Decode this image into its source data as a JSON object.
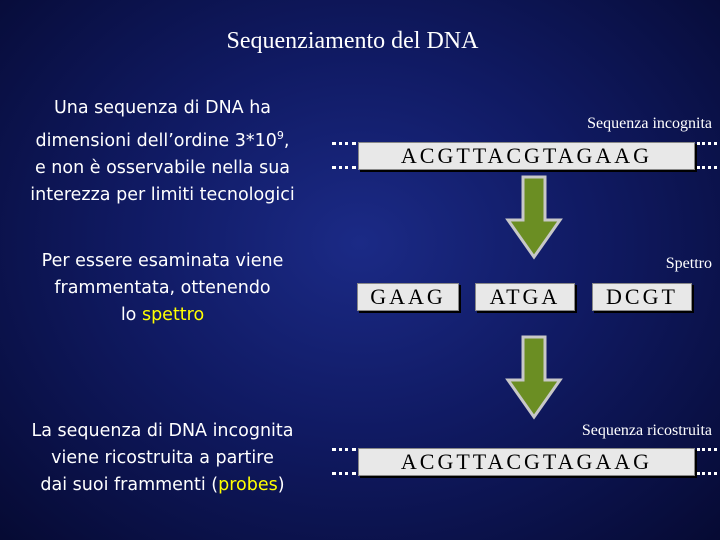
{
  "title": "Sequenziamento del DNA",
  "paragraph1": {
    "line1": "Una sequenza di DNA ha",
    "line2_prefix": "dimensioni dell’ordine 3*10",
    "line2_exp": "9",
    "line2_suffix": ",",
    "line3": "e non è osservabile nella sua",
    "line4": "interezza per limiti tecnologici"
  },
  "paragraph2": {
    "line1": "Per essere esaminata viene",
    "line2": "frammentata, ottenendo",
    "line3_prefix": "lo ",
    "line3_highlight": "spettro"
  },
  "paragraph3": {
    "line1": "La sequenza di DNA incognita",
    "line2": "viene ricostruita a partire",
    "line3_prefix": "dai suoi frammenti (",
    "line3_highlight": "probes",
    "line3_suffix": ")"
  },
  "labels": {
    "unknown_sequence": "Sequenza incognita",
    "spectrum": "Spettro",
    "reconstructed_sequence": "Sequenza ricostruita"
  },
  "unknown_sequence": "ACGTTACGTAGAAG",
  "fragments": [
    "GAAG",
    "ATGA",
    "DCGT"
  ],
  "reconstructed_sequence": "ACGTTACGTAGAAG",
  "colors": {
    "highlight": "#ffff00",
    "arrow": "#6b8e23",
    "box": "#e8e8e8"
  }
}
